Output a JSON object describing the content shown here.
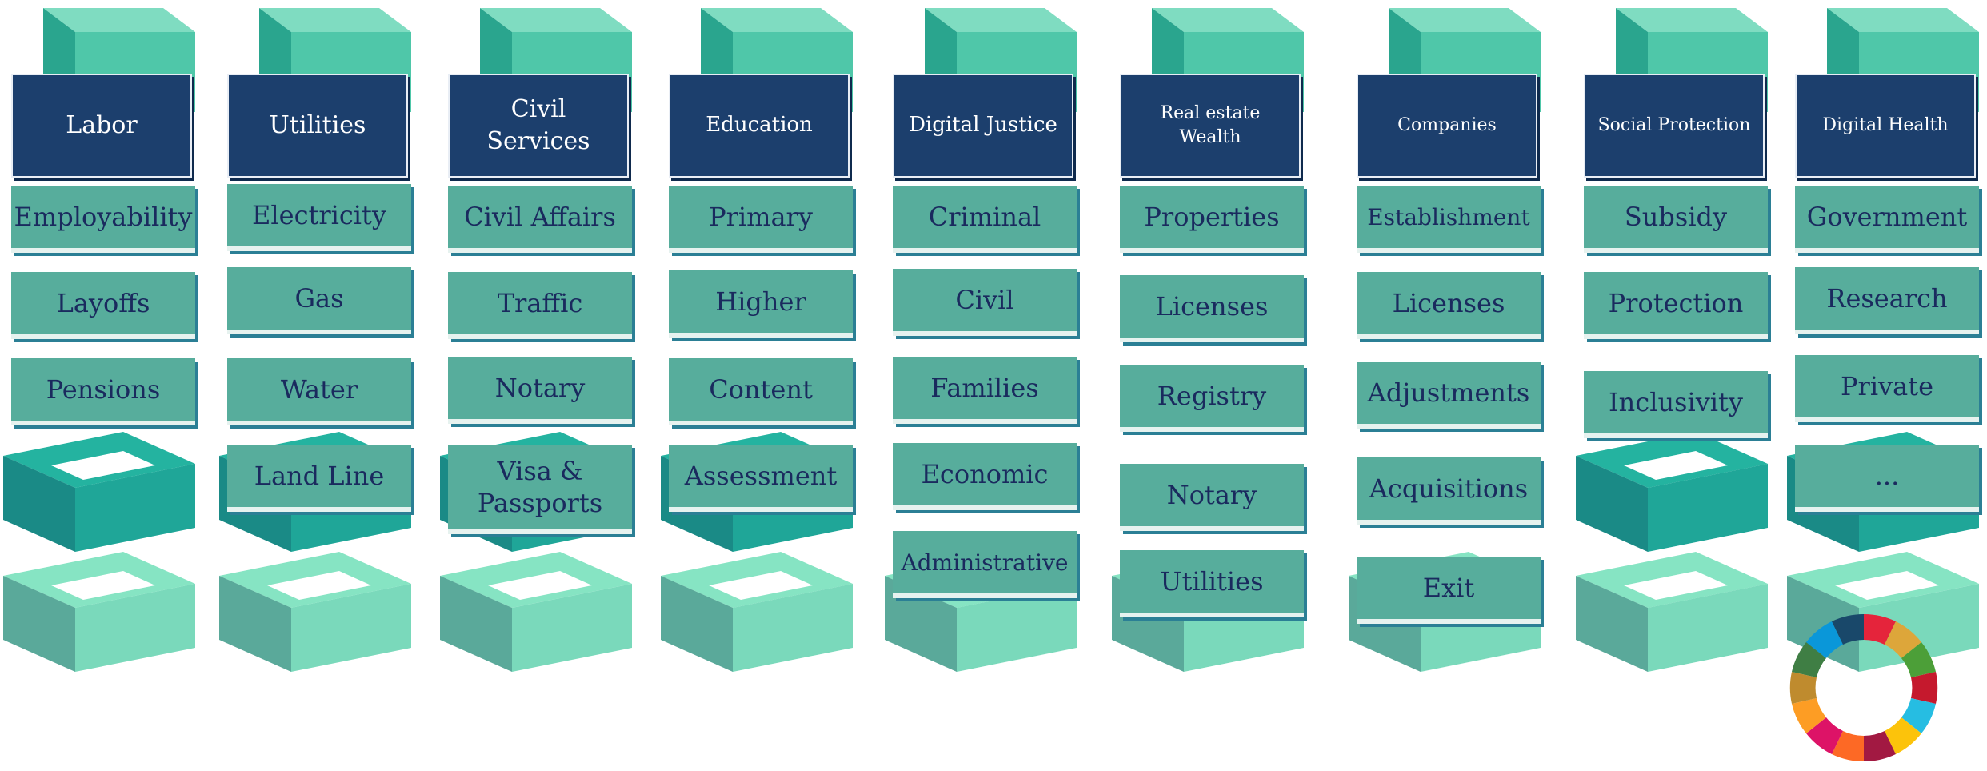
{
  "colors": {
    "header_bg": "#1c3f6d",
    "card_bg": "#57ad9c",
    "card_text": "#1a2a5e",
    "tray_light": "#7fdcc1",
    "tray_dark": "#1f8f8a"
  },
  "columns": [
    {
      "title": "Labor",
      "items": [
        "Employability",
        "Layoffs",
        "Pensions"
      ]
    },
    {
      "title": "Utilities",
      "items": [
        "Electricity",
        "Gas",
        "Water",
        "Land Line"
      ]
    },
    {
      "title": "Civil Services",
      "items": [
        "Civil Affairs",
        "Traffic",
        "Notary",
        "Visa & Passports"
      ]
    },
    {
      "title": "Education",
      "items": [
        "Primary",
        "Higher",
        "Content",
        "Assessment"
      ]
    },
    {
      "title": "Digital Justice",
      "items": [
        "Criminal",
        "Civil",
        "Families",
        "Economic",
        "Administrative"
      ]
    },
    {
      "title": "Real estate Wealth",
      "items": [
        "Properties",
        "Licenses",
        "Registry",
        "Notary",
        "Utilities"
      ]
    },
    {
      "title": "Companies",
      "items": [
        "Establishment",
        "Licenses",
        "Adjustments",
        "Acquisitions",
        "Exit"
      ]
    },
    {
      "title": "Social Protection",
      "items": [
        "Subsidy",
        "Protection",
        "Inclusivity"
      ]
    },
    {
      "title": "Digital Health",
      "items": [
        "Government",
        "Research",
        "Private",
        "..."
      ]
    }
  ]
}
